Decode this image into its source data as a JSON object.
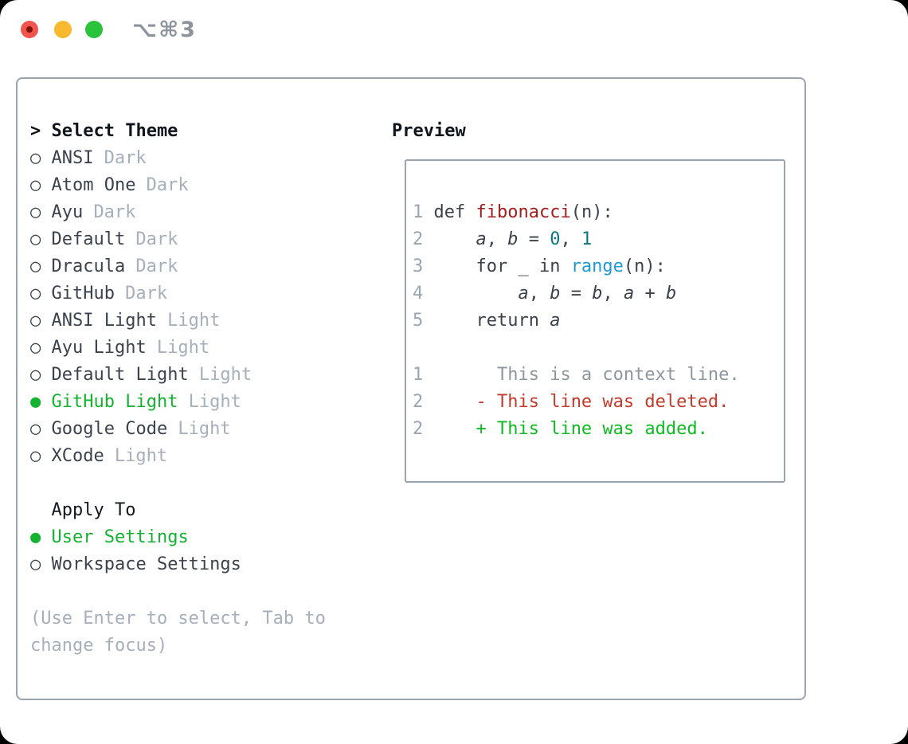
{
  "window": {
    "shortcut": "⌥⌘3",
    "traffic_lights": [
      "close",
      "minimize",
      "zoom"
    ]
  },
  "colors": {
    "selected_green": "#13b231",
    "added_green": "#0eba22",
    "deleted_red": "#c43b2d",
    "function_red": "#a41c1c",
    "number_teal": "#0c7682",
    "call_blue": "#1f9ad6",
    "text_dark": "#3b424c",
    "muted_gray": "#a6afbb",
    "border_gray": "#9aa3ae"
  },
  "theme_picker": {
    "title": "> Select Theme",
    "markers": {
      "selected": "●",
      "unselected": "○"
    },
    "items": [
      {
        "name": "ANSI",
        "tag": "Dark",
        "selected": false
      },
      {
        "name": "Atom One",
        "tag": "Dark",
        "selected": false
      },
      {
        "name": "Ayu",
        "tag": "Dark",
        "selected": false
      },
      {
        "name": "Default",
        "tag": "Dark",
        "selected": false
      },
      {
        "name": "Dracula",
        "tag": "Dark",
        "selected": false
      },
      {
        "name": "GitHub",
        "tag": "Dark",
        "selected": false
      },
      {
        "name": "ANSI Light",
        "tag": "Light",
        "selected": false
      },
      {
        "name": "Ayu Light",
        "tag": "Light",
        "selected": false
      },
      {
        "name": "Default Light",
        "tag": "Light",
        "selected": false
      },
      {
        "name": "GitHub Light",
        "tag": "Light",
        "selected": true
      },
      {
        "name": "Google Code",
        "tag": "Light",
        "selected": false
      },
      {
        "name": "XCode",
        "tag": "Light",
        "selected": false
      }
    ],
    "apply_to": {
      "title": "Apply To",
      "options": [
        {
          "name": "User Settings",
          "selected": true
        },
        {
          "name": "Workspace Settings",
          "selected": false
        }
      ]
    },
    "hint_lines": [
      "(Use Enter to select, Tab to",
      "change focus)"
    ]
  },
  "preview": {
    "title": "Preview",
    "code_lines": [
      [
        {
          "s": "ln",
          "t": "1 "
        },
        {
          "s": "pl",
          "t": "def "
        },
        {
          "s": "fn",
          "t": "fibonacci"
        },
        {
          "s": "pl",
          "t": "(n):"
        }
      ],
      [
        {
          "s": "ln",
          "t": "2 "
        },
        {
          "s": "pl",
          "t": "    "
        },
        {
          "s": "var",
          "t": "a"
        },
        {
          "s": "pl",
          "t": ", "
        },
        {
          "s": "var",
          "t": "b"
        },
        {
          "s": "pl",
          "t": " = "
        },
        {
          "s": "num",
          "t": "0"
        },
        {
          "s": "pl",
          "t": ", "
        },
        {
          "s": "num",
          "t": "1"
        }
      ],
      [
        {
          "s": "ln",
          "t": "3 "
        },
        {
          "s": "pl",
          "t": "    for _ in "
        },
        {
          "s": "call",
          "t": "range"
        },
        {
          "s": "pl",
          "t": "(n):"
        }
      ],
      [
        {
          "s": "ln",
          "t": "4 "
        },
        {
          "s": "pl",
          "t": "        "
        },
        {
          "s": "var",
          "t": "a"
        },
        {
          "s": "pl",
          "t": ", "
        },
        {
          "s": "var",
          "t": "b"
        },
        {
          "s": "pl",
          "t": " = "
        },
        {
          "s": "var",
          "t": "b"
        },
        {
          "s": "pl",
          "t": ", "
        },
        {
          "s": "var",
          "t": "a"
        },
        {
          "s": "pl",
          "t": " + "
        },
        {
          "s": "var",
          "t": "b"
        }
      ],
      [
        {
          "s": "ln",
          "t": "5 "
        },
        {
          "s": "pl",
          "t": "    return "
        },
        {
          "s": "var",
          "t": "a"
        }
      ],
      [],
      [
        {
          "s": "ln",
          "t": "1 "
        },
        {
          "s": "ctx",
          "t": "      This is a context line."
        }
      ],
      [
        {
          "s": "ln",
          "t": "2 "
        },
        {
          "s": "pl",
          "t": "    "
        },
        {
          "s": "del",
          "t": "- This line was deleted."
        }
      ],
      [
        {
          "s": "ln",
          "t": "2 "
        },
        {
          "s": "pl",
          "t": "    "
        },
        {
          "s": "add",
          "t": "+ This line was added."
        }
      ]
    ]
  }
}
